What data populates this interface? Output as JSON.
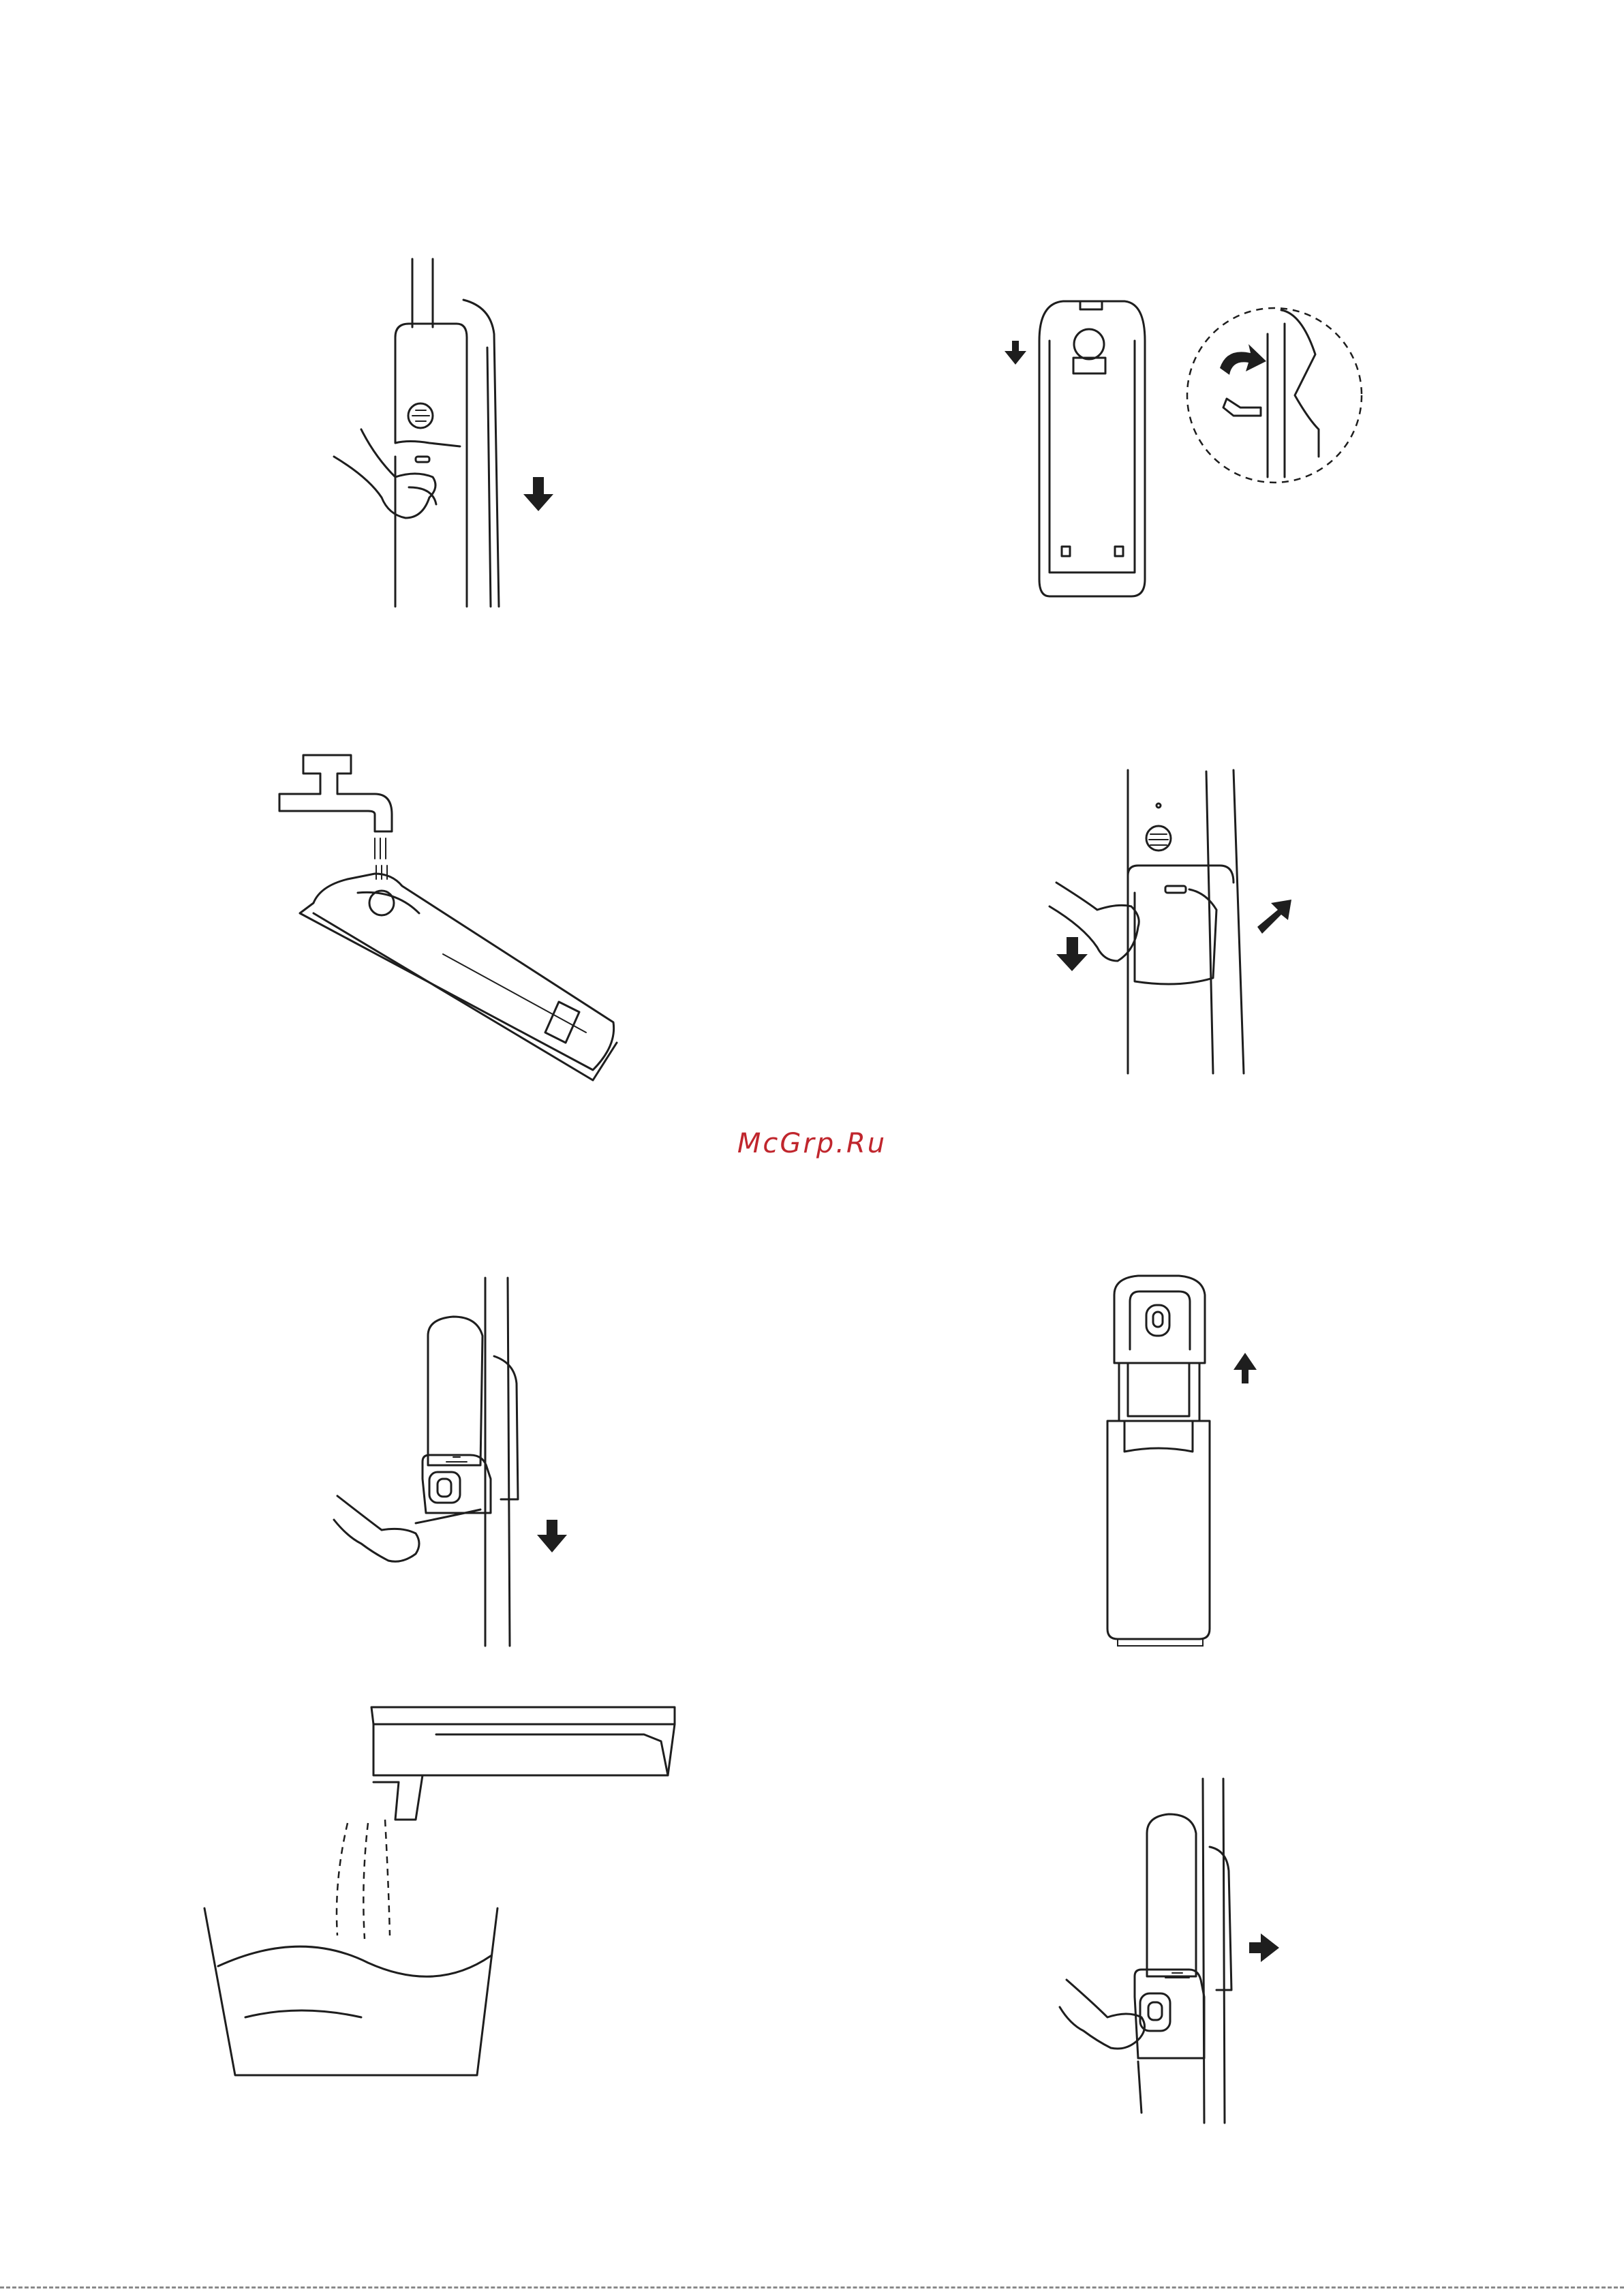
{
  "document": {
    "watermark": "McGrp.Ru"
  },
  "figures": [
    {
      "name": "remove-tank-press-down",
      "arrow": "down-arrow-icon"
    },
    {
      "name": "tank-cap-open",
      "arrow": "down-arrow-icon"
    },
    {
      "name": "fill-tank-under-tap"
    },
    {
      "name": "insert-tank",
      "arrow": "down-and-up-right-arrow-icon"
    },
    {
      "name": "remove-dirty-tank",
      "arrow": "down-arrow-icon"
    },
    {
      "name": "lift-dirty-tank-lid",
      "arrow": "up-arrow-icon"
    },
    {
      "name": "rinse-in-basin"
    },
    {
      "name": "reinsert-dirty-tank",
      "arrow": "right-arrow-icon"
    }
  ]
}
